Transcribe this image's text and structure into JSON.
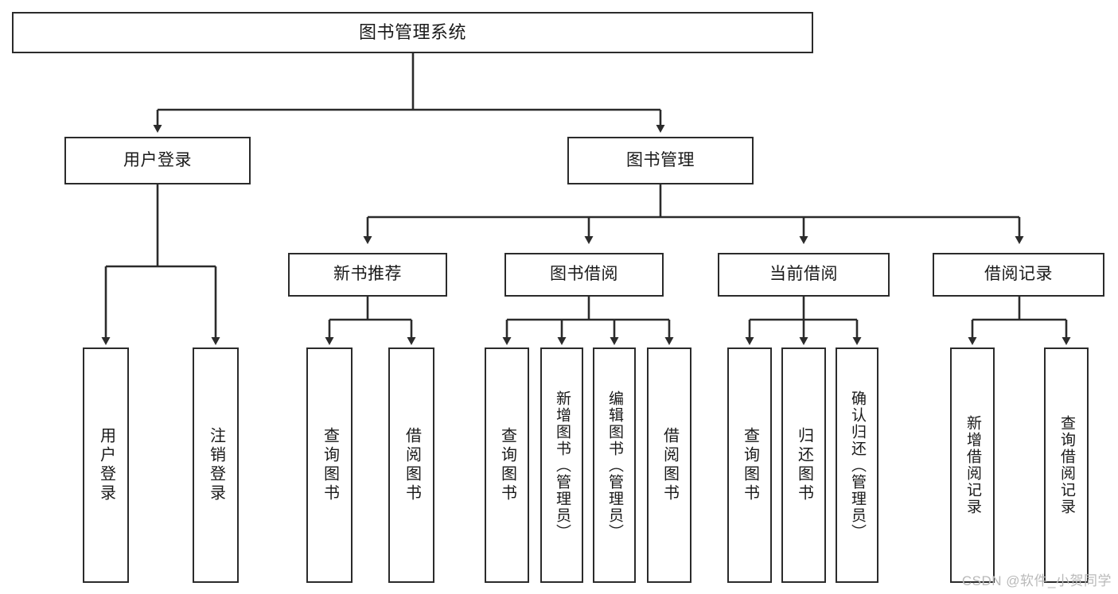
{
  "diagram": {
    "type": "tree-hierarchy",
    "title": "图书管理系统",
    "watermark": "CSDN @软件_小贺同学",
    "colors": {
      "stroke": "#2b2b2b",
      "fill": "#ffffff",
      "text": "#1a1a1a",
      "watermark": "#b9b9b9"
    },
    "levels": {
      "root": {
        "label": "图书管理系统"
      },
      "level2": [
        {
          "label": "用户登录"
        },
        {
          "label": "图书管理"
        }
      ],
      "level3": [
        {
          "label": "新书推荐"
        },
        {
          "label": "图书借阅"
        },
        {
          "label": "当前借阅"
        },
        {
          "label": "借阅记录"
        }
      ],
      "leaves": [
        {
          "label": "用户登录",
          "parent": "用户登录"
        },
        {
          "label": "注销登录",
          "parent": "用户登录"
        },
        {
          "label": "查询图书",
          "parent": "新书推荐"
        },
        {
          "label": "借阅图书",
          "parent": "新书推荐"
        },
        {
          "label": "查询图书",
          "parent": "图书借阅"
        },
        {
          "label": "新增图书（管理员）",
          "parent": "图书借阅"
        },
        {
          "label": "编辑图书（管理员）",
          "parent": "图书借阅"
        },
        {
          "label": "借阅图书",
          "parent": "图书借阅"
        },
        {
          "label": "查询图书",
          "parent": "当前借阅"
        },
        {
          "label": "归还图书",
          "parent": "当前借阅"
        },
        {
          "label": "确认归还（管理员）",
          "parent": "当前借阅"
        },
        {
          "label": "新增借阅记录",
          "parent": "借阅记录"
        },
        {
          "label": "查询借阅记录",
          "parent": "借阅记录"
        }
      ]
    }
  }
}
